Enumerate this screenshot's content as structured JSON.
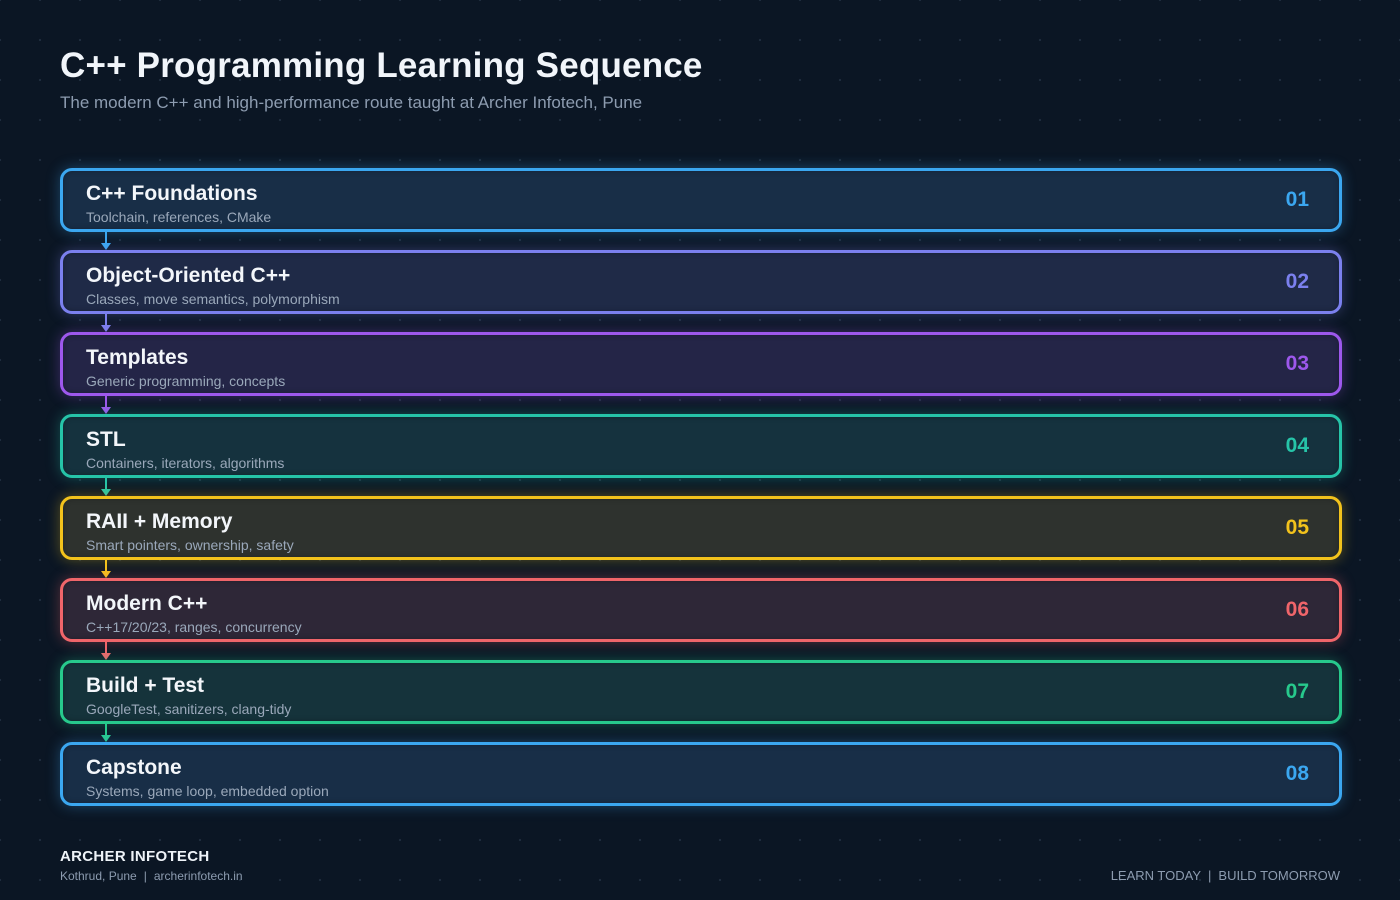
{
  "header": {
    "title": "C++ Programming Learning Sequence",
    "subtitle": "The modern C++ and high-performance route taught at Archer Infotech, Pune"
  },
  "steps": [
    {
      "number": "01",
      "title": "C++ Foundations",
      "description": "Toolchain, references, CMake",
      "color": "#3ba7f0"
    },
    {
      "number": "02",
      "title": "Object-Oriented C++",
      "description": "Classes, move semantics, polymorphism",
      "color": "#7b80ee"
    },
    {
      "number": "03",
      "title": "Templates",
      "description": "Generic programming, concepts",
      "color": "#9d58ec"
    },
    {
      "number": "04",
      "title": "STL",
      "description": "Containers, iterators, algorithms",
      "color": "#26c4a8"
    },
    {
      "number": "05",
      "title": "RAII + Memory",
      "description": "Smart pointers, ownership, safety",
      "color": "#f2c21c"
    },
    {
      "number": "06",
      "title": "Modern C++",
      "description": "C++17/20/23, ranges, concurrency",
      "color": "#f0656a"
    },
    {
      "number": "07",
      "title": "Build + Test",
      "description": "GoogleTest, sanitizers, clang-tidy",
      "color": "#27c98c"
    },
    {
      "number": "08",
      "title": "Capstone",
      "description": "Systems, game loop, embedded option",
      "color": "#3ba7f0"
    }
  ],
  "footer": {
    "brand": "ARCHER INFOTECH",
    "location": "Kothrud, Pune",
    "website": "archerinfotech.in",
    "separator": "|",
    "tagline_left": "LEARN TODAY",
    "tagline_right": "BUILD TOMORROW"
  }
}
